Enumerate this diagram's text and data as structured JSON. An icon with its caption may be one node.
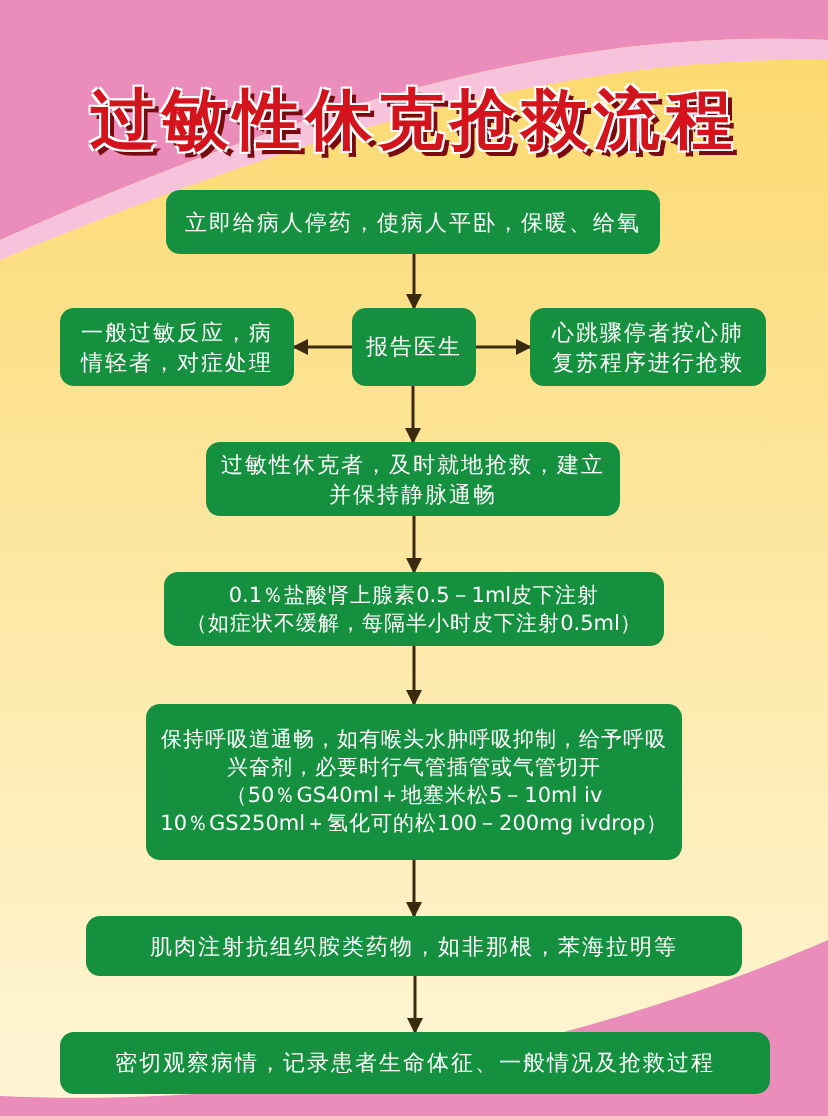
{
  "diagram": {
    "title": "过敏性休克抢救流程",
    "nodes": [
      {
        "text": [
          "立即给病人停药，使病人平卧，保暖、给氧"
        ]
      },
      {
        "text": [
          "一般过敏反应，病情轻者，对症处理"
        ]
      },
      {
        "text": [
          "报告医生"
        ]
      },
      {
        "text": [
          "心跳骤停者按心肺复苏程序进行抢救"
        ]
      },
      {
        "text": [
          "过敏性休克者，及时就地抢救，建立并保持静脉通畅"
        ]
      },
      {
        "text": [
          "0.1％盐酸肾上腺素0.5－1ml皮下注射",
          "（如症状不缓解，每隔半小时皮下注射0.5ml）"
        ]
      },
      {
        "text": [
          "保持呼吸道通畅，如有喉头水肿呼吸抑制，给予呼吸兴奋剂，必要时行气管插管或气管切开",
          "（50％GS40ml＋地塞米松5－10ml iv 10％GS250ml＋氢化可的松100－200mg ivdrop）"
        ]
      },
      {
        "text": [
          "肌肉注射抗组织胺类药物，如非那根，苯海拉明等"
        ]
      },
      {
        "text": [
          "密切观察病情，记录患者生命体征、一般情况及抢救过程"
        ]
      }
    ],
    "edges": [
      {
        "from": 0,
        "to": 2,
        "arrow": "to"
      },
      {
        "from": 2,
        "to": 1,
        "arrow": "to"
      },
      {
        "from": 2,
        "to": 3,
        "arrow": "to"
      },
      {
        "from": 2,
        "to": 4,
        "arrow": "to"
      },
      {
        "from": 4,
        "to": 5,
        "arrow": "to"
      },
      {
        "from": 5,
        "to": 6,
        "arrow": "to"
      },
      {
        "from": 6,
        "to": 7,
        "arrow": "to"
      },
      {
        "from": 7,
        "to": 8,
        "arrow": "to"
      }
    ]
  }
}
